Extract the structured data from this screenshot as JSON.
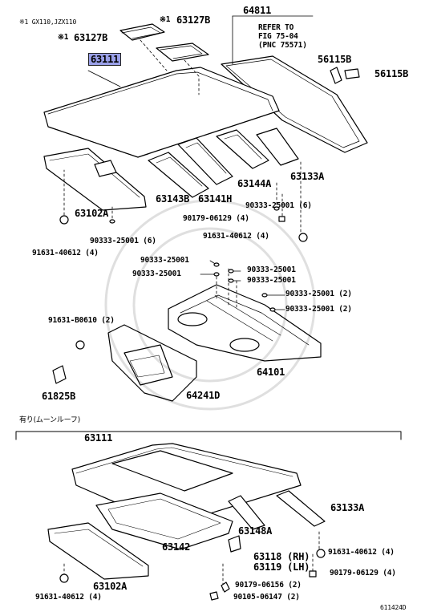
{
  "header": {
    "model_note": "※1 GX110,JZX110",
    "mark": "※1"
  },
  "section_top": {
    "labels": {
      "p63127b_a": "63127B",
      "p63127b_b": "63127B",
      "p64811": "64811",
      "refer": "REFER TO\nFIG 75-04\n(PNC 75571)",
      "p56115b_a": "56115B",
      "p56115b_b": "56115B",
      "p63111": "63111",
      "p63144a": "63144A",
      "p63133a": "63133A",
      "p63143b": "63143B",
      "p63141h": "63141H",
      "p90333_25001_6a": "90333-25001 (6)",
      "p90179_06129_4a": "90179-06129 (4)",
      "p91631_40612_4a": "91631-40612 (4)",
      "p63102a": "63102A",
      "p90333_25001_6b": "90333-25001 (6)",
      "p91631_40612_4b": "91631-40612 (4)"
    }
  },
  "section_mid": {
    "labels": {
      "p90333_a": "90333-25001",
      "p90333_b": "90333-25001",
      "p90333_c": "90333-25001",
      "p90333_d": "90333-25001",
      "p90333_e": "90333-25001 (2)",
      "p90333_f": "90333-25001 (2)",
      "p91631_b0610": "91631-B0610 (2)",
      "p64101": "64101",
      "p61825b": "61825B",
      "p64241d": "64241D"
    }
  },
  "section_bottom": {
    "title": "有り(ムーンルーフ)",
    "labels": {
      "p63111": "63111",
      "p63133a": "63133A",
      "p91631_40612_4a": "91631-40612 (4)",
      "p63148a": "63148A",
      "p63118": "63118 (RH)",
      "p63119": "63119 (LH)",
      "p63142": "63142",
      "p90179_06129_4": "90179-06129 (4)",
      "p63102a": "63102A",
      "p90179_06156_2": "90179-06156 (2)",
      "p91631_40612_4b": "91631-40612 (4)",
      "p90105_06147_2": "90105-06147 (2)"
    }
  },
  "footer": {
    "figure_id": "611424D"
  }
}
